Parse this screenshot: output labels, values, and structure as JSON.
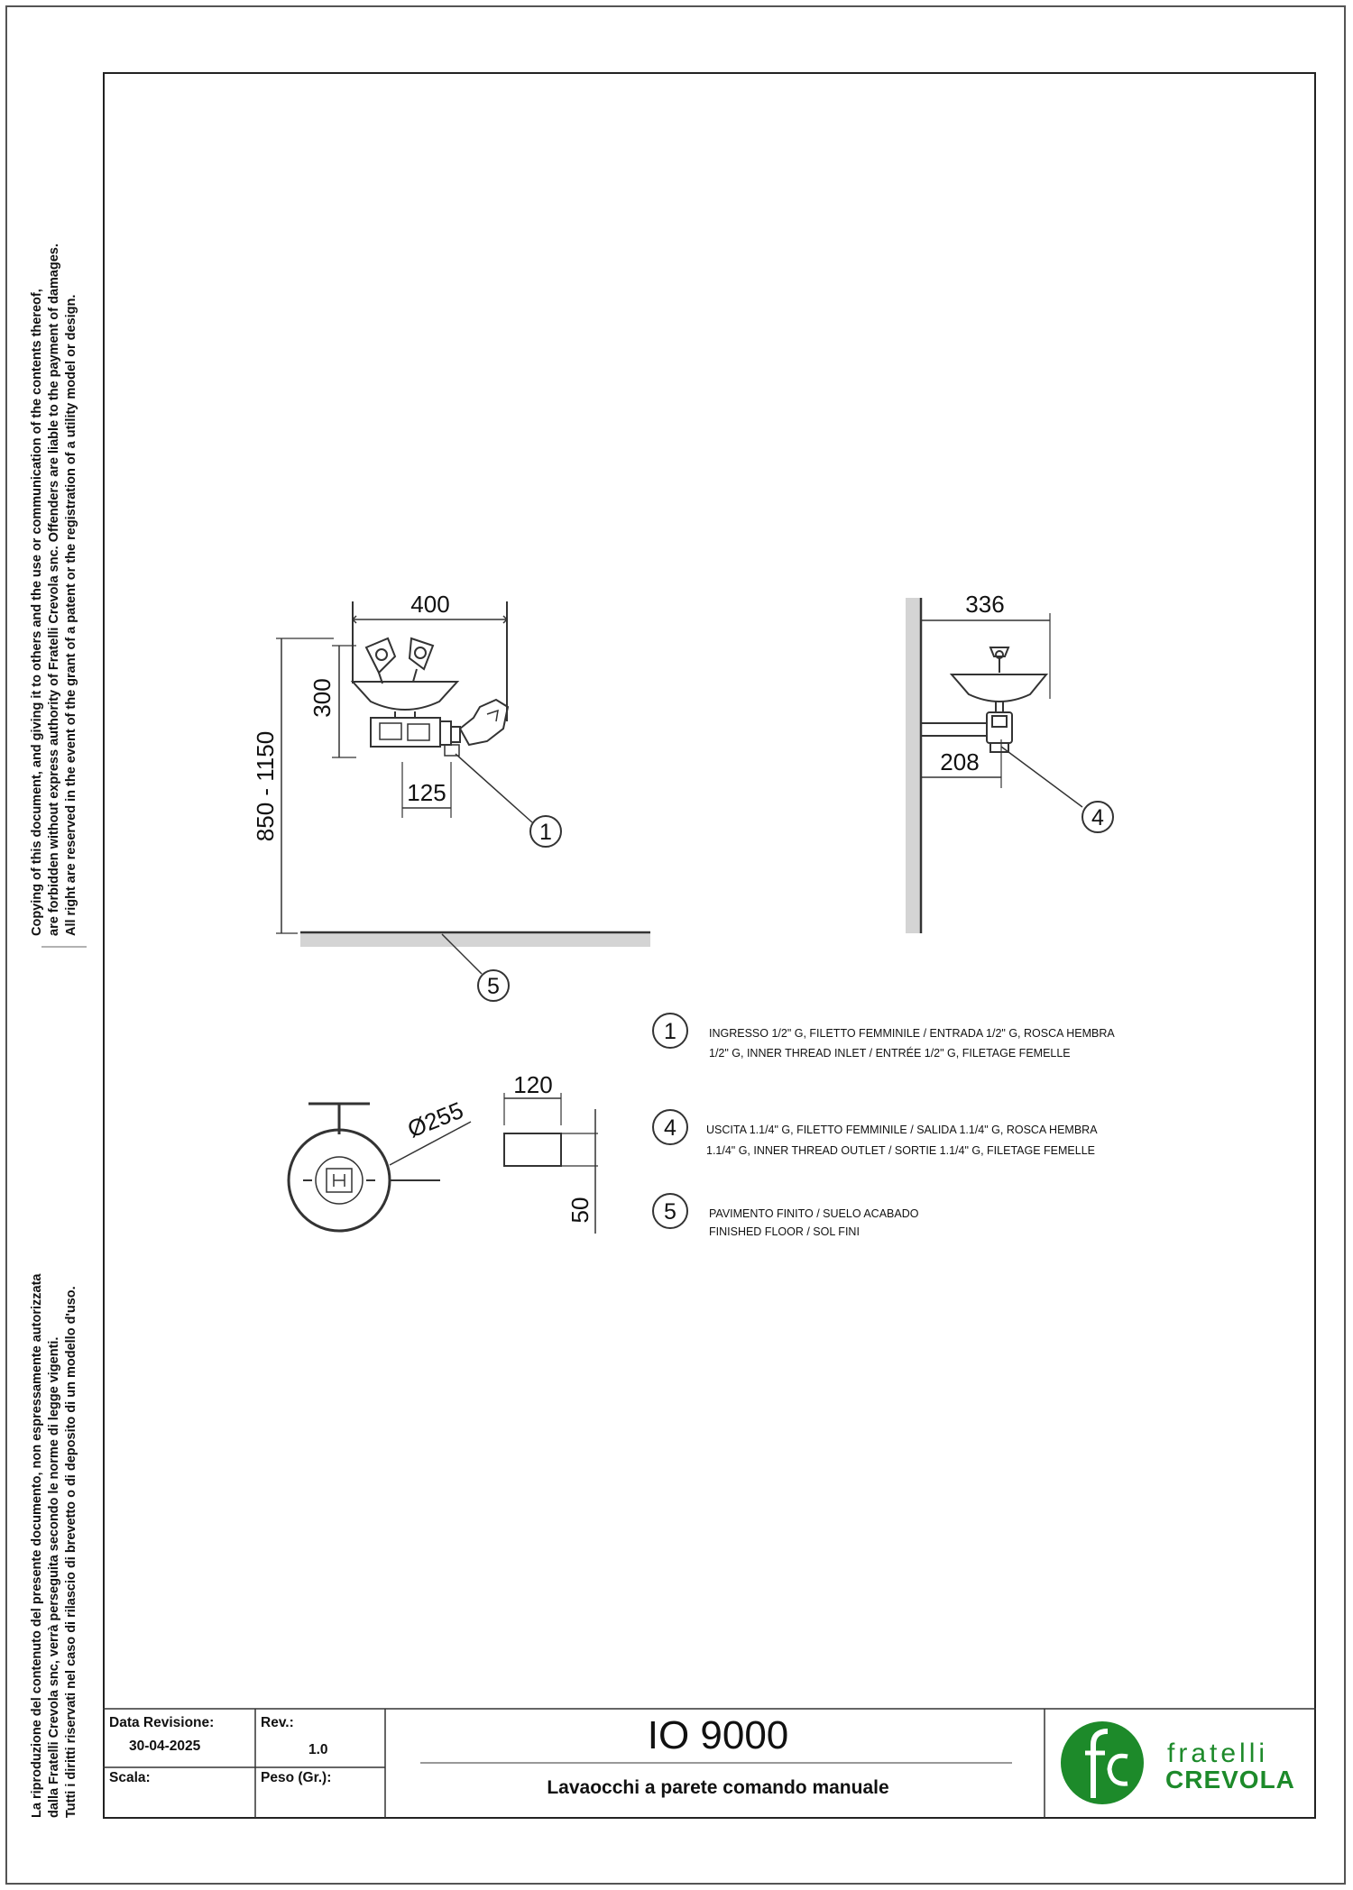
{
  "copyright_notes": {
    "english": [
      "Copying of this document, and giving it to others and the use or communication of the contents thereof,",
      "are forbidden without express authority of Fratelli Crevola snc. Offenders are liable to the payment of damages.",
      "All right are reserved in the event of the grant of a patent or the registration of a utility model or design."
    ],
    "italian": [
      "La riproduzione del contenuto del presente documento, non espressamente autorizzata",
      "dalla Fratelli Crevola snc, verrà perseguita secondo le norme di legge vigenti.",
      "Tutti i diritti riservati nel caso di rilascio di brevetto o di deposito di un modello d'uso."
    ]
  },
  "dimensions": {
    "front_width": "400",
    "front_height": "300",
    "mount_height": "850 - 1150",
    "inlet_offset": "125",
    "side_depth": "336",
    "side_arm": "208",
    "bowl_diameter": "Ø255",
    "bracket_width": "120",
    "bracket_height": "50"
  },
  "callouts": [
    "1",
    "4",
    "5"
  ],
  "legend": [
    {
      "number": "1",
      "lines": [
        "INGRESSO 1/2\" G, FILETTO FEMMINILE / ENTRADA 1/2\" G, ROSCA HEMBRA",
        "1/2\" G, INNER THREAD INLET / ENTRÉE 1/2\" G, FILETAGE FEMELLE"
      ]
    },
    {
      "number": "4",
      "lines": [
        "USCITA 1.1/4\" G, FILETTO FEMMINILE / SALIDA 1.1/4\" G, ROSCA HEMBRA",
        "1.1/4\" G, INNER THREAD OUTLET / SORTIE 1.1/4\" G, FILETAGE FEMELLE"
      ]
    },
    {
      "number": "5",
      "lines": [
        "PAVIMENTO FINITO / SUELO ACABADO",
        "FINISHED FLOOR / SOL FINI"
      ]
    }
  ],
  "title_block": {
    "revision_date_label": "Data Revisione:",
    "revision_date": "30-04-2025",
    "rev_label": "Rev.:",
    "rev": "1.0",
    "scale_label": "Scala:",
    "weight_label": "Peso (Gr.):",
    "product_code": "IO 9000",
    "product_name": "Lavaocchi a parete comando manuale"
  },
  "logo": {
    "brand_line1": "fratelli",
    "brand_line2": "CREVOLA",
    "color": "#1d8a2a"
  }
}
